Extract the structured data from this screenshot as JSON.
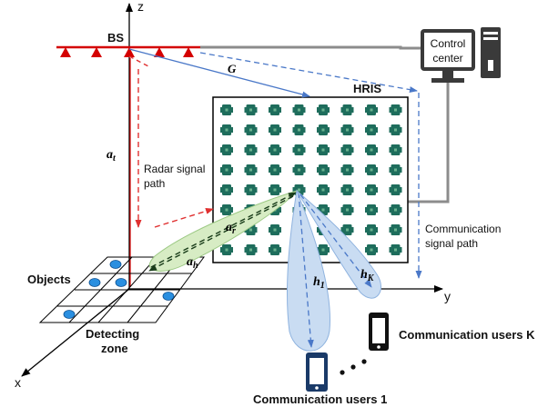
{
  "axes": {
    "z": "z",
    "y": "y",
    "x": "x"
  },
  "labels": {
    "bs": "BS",
    "hris": "HRIS",
    "control_center_line1": "Control",
    "control_center_line2": "center",
    "G": "G",
    "a_t": "a",
    "a_t_sub": "t",
    "a_r": "a",
    "a_r_sub": "r",
    "a_h": "a",
    "a_h_sub": "h",
    "h_1": "h",
    "h_1_sub": "1",
    "h_K": "h",
    "h_K_sub": "K",
    "radar_line1": "Radar signal",
    "radar_line2": "path",
    "comm_line1": "Communication",
    "comm_line2": "signal path",
    "objects": "Objects",
    "detecting_line1": "Detecting",
    "detecting_line2": "zone",
    "users_k": "Communication users K",
    "users_1": "Communication users 1"
  },
  "colors": {
    "axis": "#000000",
    "bs_red": "#d40000",
    "radar_red": "#e03030",
    "comm_blue": "#4a78c8",
    "beam_green": "#d7ecc4",
    "beam_blue": "#c9dcf2",
    "hris_element": "#1e6d5c",
    "gray_cable": "#8c8c8c",
    "object_blue": "#2a8fe0"
  }
}
